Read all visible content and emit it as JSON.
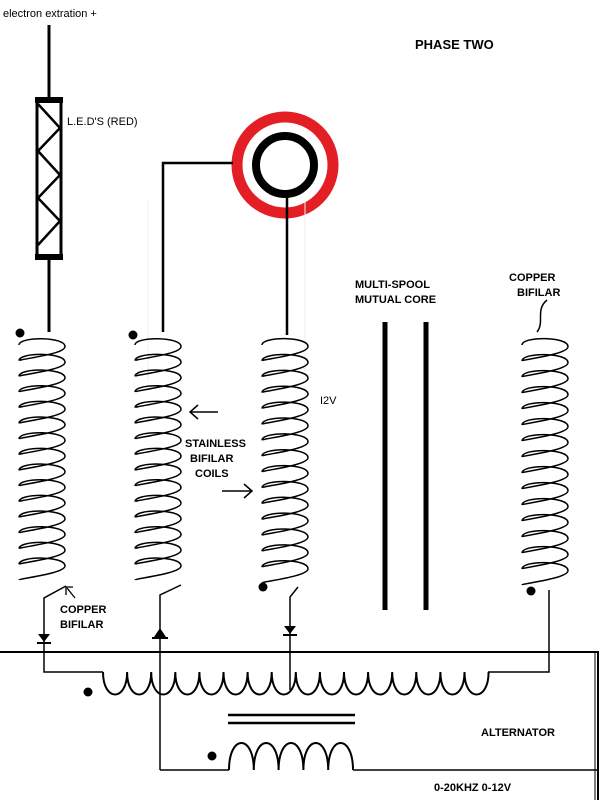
{
  "labels": {
    "electron_extraction": "electron extration +",
    "phase": "PHASE TWO",
    "leds": "L.E.D'S (RED)",
    "core_line1": "MULTI-SPOOL",
    "core_line2": "MUTUAL CORE",
    "copper_top_line1": "COPPER",
    "copper_top_line2": "BIFILAR",
    "voltage_12": "I2V",
    "stainless_line1": "STAINLESS",
    "stainless_line2": "BIFILAR",
    "stainless_line3": "COILS",
    "copper_bottom_line1": "COPPER",
    "copper_bottom_line2": "BIFILAR",
    "alternator": "ALTERNATOR",
    "freq_range": "0-20KHZ  0-12V"
  },
  "colors": {
    "ring_outer": "#e31e24",
    "line": "#000000",
    "background": "#ffffff"
  },
  "components": {
    "coil_count": 4,
    "diode_count": 3,
    "core_rods": 2
  }
}
